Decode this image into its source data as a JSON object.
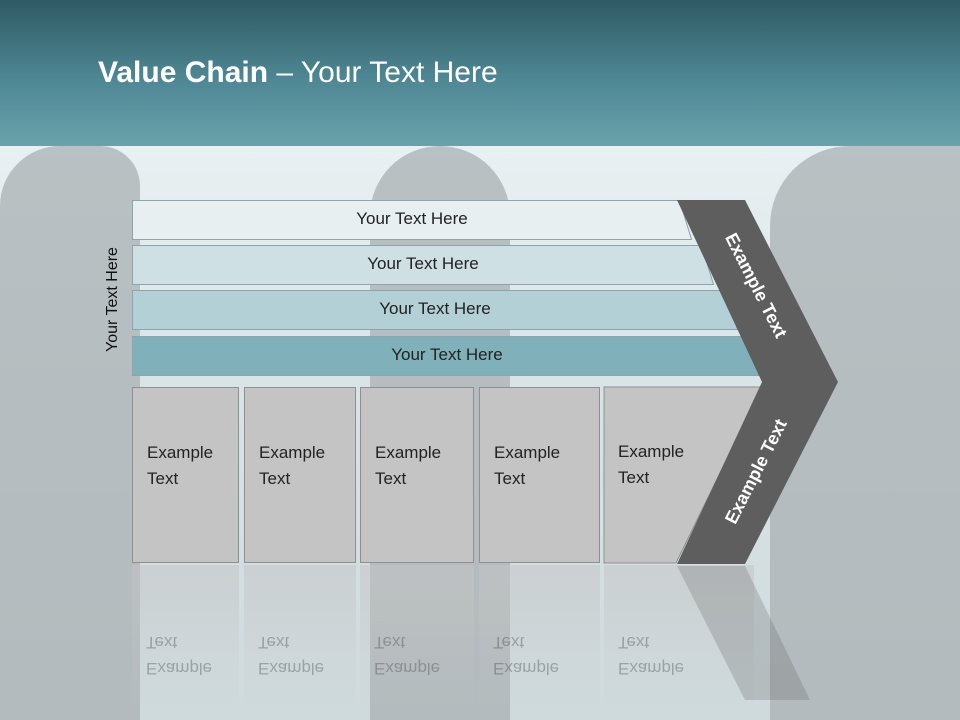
{
  "slide": {
    "title_bold": "Value Chain",
    "title_rest": " – Your Text Here"
  },
  "support_axis_label": "Your Text Here",
  "support_rows": [
    {
      "label": "Your Text Here",
      "color": "#e7eff1"
    },
    {
      "label": "Your Text Here",
      "color": "#cfe0e4"
    },
    {
      "label": "Your Text Here",
      "color": "#b3d0d6"
    },
    {
      "label": "Your Text Here",
      "color": "#80b1bb"
    }
  ],
  "primary_activities": [
    {
      "label": "Example\nText"
    },
    {
      "label": "Example\nText"
    },
    {
      "label": "Example\nText"
    },
    {
      "label": "Example\nText"
    },
    {
      "label": "Example\nText"
    }
  ],
  "margin": {
    "top_label": "Example Text",
    "bottom_label": "Example Text",
    "color": "#5e5e5e"
  }
}
